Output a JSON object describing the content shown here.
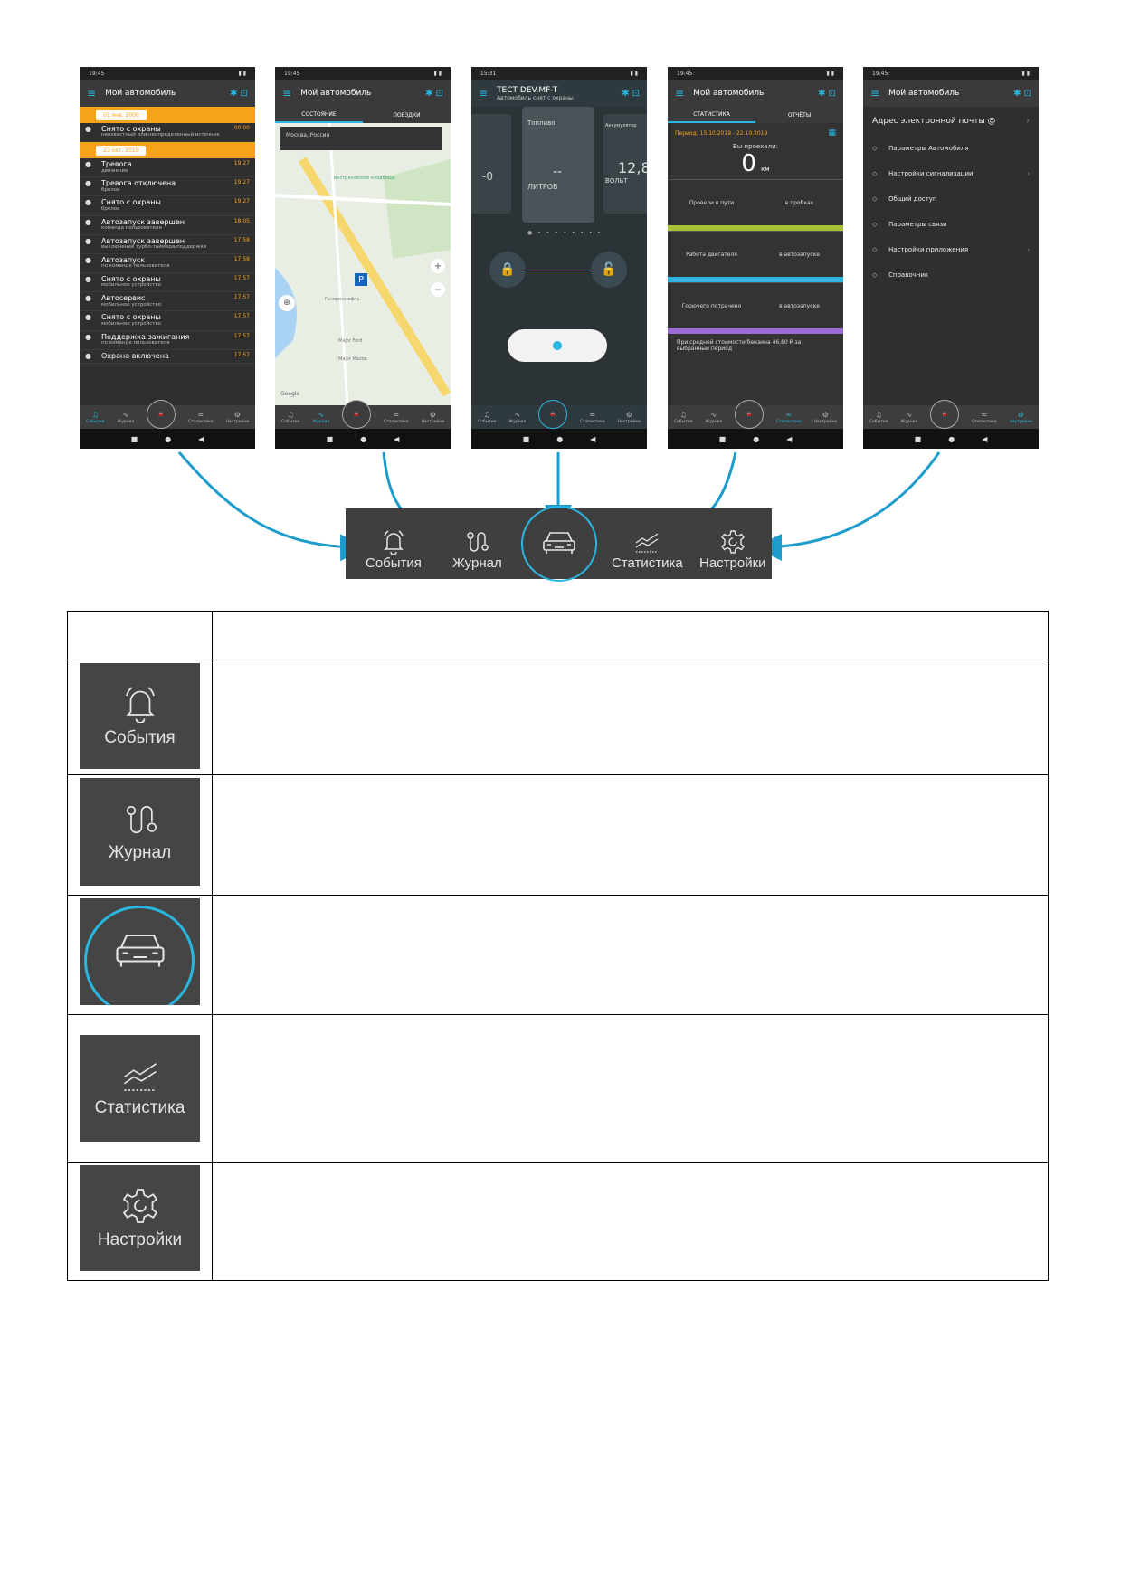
{
  "screens": {
    "events": {
      "status_time": "19:45",
      "title": "Мой автомобиль",
      "date1": "01 янв. 2000",
      "date2": "23 окт. 2019",
      "rows1": [
        {
          "icon": "lock-open-icon",
          "title": "Снято с охраны",
          "sub": "неизвестный или неопределенный источник",
          "time": "00:00"
        }
      ],
      "rows2": [
        {
          "icon": "alarm-icon",
          "title": "Тревога",
          "sub": "движение",
          "time": "19:27"
        },
        {
          "icon": "power-icon",
          "title": "Тревога отключена",
          "sub": "брелок",
          "time": "19:27"
        },
        {
          "icon": "lock-open-icon",
          "title": "Снято с охраны",
          "sub": "брелок",
          "time": "19:27"
        },
        {
          "icon": "engine-icon",
          "title": "Автозапуск завершен",
          "sub": "команда пользователя",
          "time": "18:05"
        },
        {
          "icon": "engine-icon",
          "title": "Автозапуск завершен",
          "sub": "выключение турбо-таймера/поддержки",
          "time": "17:58"
        },
        {
          "icon": "power-icon",
          "title": "Автозапуск",
          "sub": "по команде пользователя",
          "time": "17:58"
        },
        {
          "icon": "lock-open-icon",
          "title": "Снято с охраны",
          "sub": "мобильное устройство",
          "time": "17:57"
        },
        {
          "icon": "wrench-icon",
          "title": "Автосервис",
          "sub": "мобильное устройство",
          "time": "17:57"
        },
        {
          "icon": "lock-open-icon",
          "title": "Снято с охраны",
          "sub": "мобильное устройство",
          "time": "17:57"
        },
        {
          "icon": "power-icon",
          "title": "Поддержка зажигания",
          "sub": "по команде пользователя",
          "time": "17:57"
        },
        {
          "icon": "lock-icon",
          "title": "Охрана включена",
          "sub": "",
          "time": "17:57"
        }
      ]
    },
    "journal": {
      "status_time": "19:45",
      "title": "Мой автомобиль",
      "tab1": "СОСТОЯНИЕ",
      "tab2": "ПОЕЗДКИ",
      "location": "Москва, Россия",
      "map_labels": [
        "Востряковское кладбище",
        "Газпромнефть",
        "Major Ford",
        "Major Mazda",
        "Google"
      ]
    },
    "car": {
      "status_time": "15:31",
      "title": "ТЕСТ DEV.MF-T",
      "subtitle": "Автомобиль снят с охраны",
      "card_fuel_label": "Топливо",
      "card_fuel_value": "--",
      "card_fuel_unit": "ЛИТРОВ",
      "card_left_value": "-0",
      "card_right_label": "Аккумулятор",
      "card_right_value": "12,8",
      "card_right_unit": "ВОЛЬТ"
    },
    "stats": {
      "status_time": "19:45",
      "title": "Мой автомобиль",
      "tab1": "СТАТИСТИКА",
      "tab2": "ОТЧЁТЫ",
      "period": "Период: 15.10.2019 - 22.10.2019",
      "driven_label": "Вы проехали:",
      "driven_value": "0",
      "driven_unit": "км",
      "rows": [
        {
          "left": "Провели в пути",
          "right": "в пробках",
          "color": "#a5c334"
        },
        {
          "left": "Работа двигателя",
          "right": "в автозапуске",
          "color": "#29b6e0"
        },
        {
          "left": "Горючего потрачено",
          "right": "в автозапуске",
          "color": "#9b6ad6"
        }
      ],
      "cost_note": "При средней стоимости бензина 46,60 ₽ за выбранный период"
    },
    "settings": {
      "status_time": "19:45",
      "title": "Мой автомобиль",
      "email": "Адрес электронной почты @",
      "items": [
        {
          "icon": "car-icon",
          "label": "Параметры Автомобиля",
          "chevron": ""
        },
        {
          "icon": "sliders-icon",
          "label": "Настройки сигнализации",
          "chevron": "›"
        },
        {
          "icon": "share-icon",
          "label": "Общий доступ",
          "chevron": ""
        },
        {
          "icon": "connection-icon",
          "label": "Параметры связи",
          "chevron": ""
        },
        {
          "icon": "phone-icon",
          "label": "Настройки приложения",
          "chevron": "›"
        },
        {
          "icon": "book-icon",
          "label": "Справочник",
          "chevron": ""
        }
      ]
    }
  },
  "tabbar_small": [
    "События",
    "Журнал",
    "",
    "Статистика",
    "Настройки"
  ],
  "big_tabbar": {
    "events": "События",
    "journal": "Журнал",
    "stats": "Статистика",
    "settings": "Настройки"
  },
  "table": {
    "rows": [
      {
        "icon": "bell-icon",
        "label": "События",
        "desc": ""
      },
      {
        "icon": "route-icon",
        "label": "Журнал",
        "desc": ""
      },
      {
        "icon": "car-icon",
        "label": "",
        "desc": ""
      },
      {
        "icon": "chart-icon",
        "label": "Статистика",
        "desc": ""
      },
      {
        "icon": "gear-icon",
        "label": "Настройки",
        "desc": ""
      }
    ]
  },
  "colors": {
    "accent": "#29b6e0",
    "orange": "#f7a21b",
    "dark": "#3f3f3f"
  }
}
